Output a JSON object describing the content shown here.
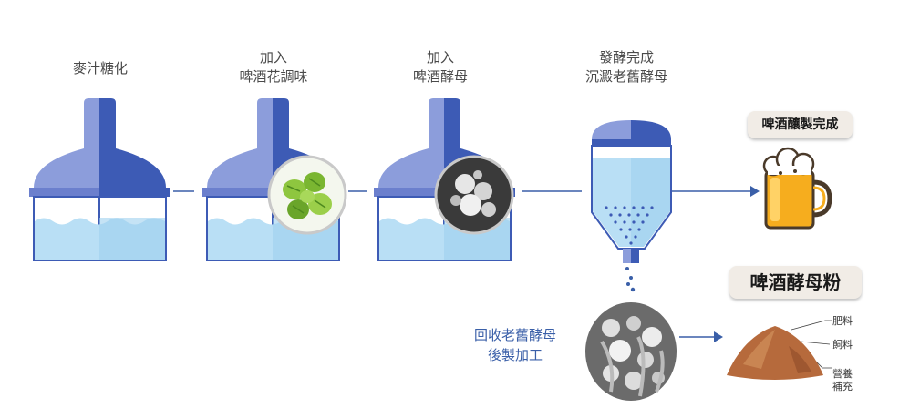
{
  "steps": [
    {
      "label_l1": "",
      "label_l2": "麥汁糖化"
    },
    {
      "label_l1": "加入",
      "label_l2": "啤酒花調味"
    },
    {
      "label_l1": "加入",
      "label_l2": "啤酒酵母"
    },
    {
      "label_l1": "發酵完成",
      "label_l2": "沉澱老舊酵母"
    }
  ],
  "outputs": {
    "beer_label": "啤酒釀製完成",
    "powder_label": "啤酒酵母粉"
  },
  "recycle": {
    "line1": "回收老舊酵母",
    "line2": "後製加工"
  },
  "uses": [
    "肥料",
    "飼料",
    "營養",
    "補充"
  ],
  "colors": {
    "tank_light": "#8c9ddb",
    "tank_dark": "#3d5bb5",
    "water": "#b9dff5",
    "line": "#3a5fa8",
    "badge_bg": "#f1ece6"
  }
}
